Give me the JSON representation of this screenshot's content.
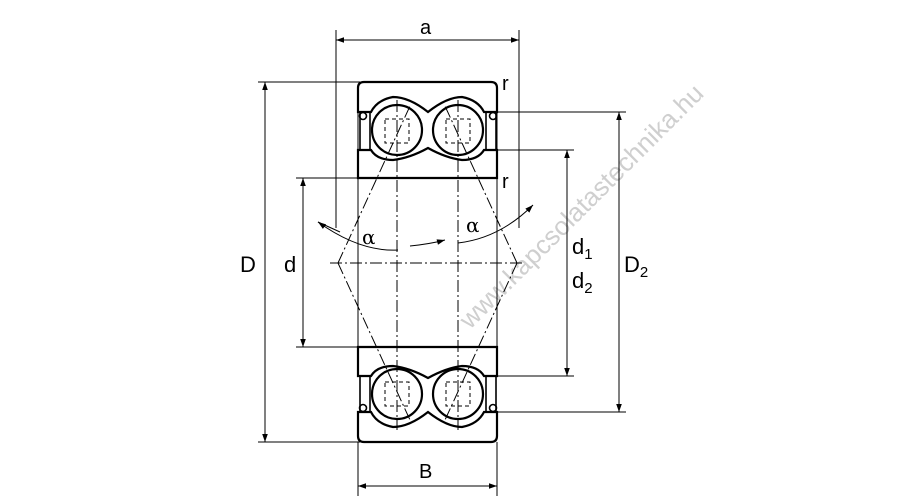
{
  "diagram": {
    "labels": {
      "a": "a",
      "B": "B",
      "D": "D",
      "d": "d",
      "d1_main": "d",
      "d1_sub": "1",
      "d2_main": "d",
      "d2_sub": "2",
      "D2_main": "D",
      "D2_sub": "2",
      "r_top": "r",
      "r_mid": "r",
      "alpha_left": "α",
      "alpha_right": "α"
    },
    "watermark": "www.kapcsolatastechnika.hu"
  }
}
